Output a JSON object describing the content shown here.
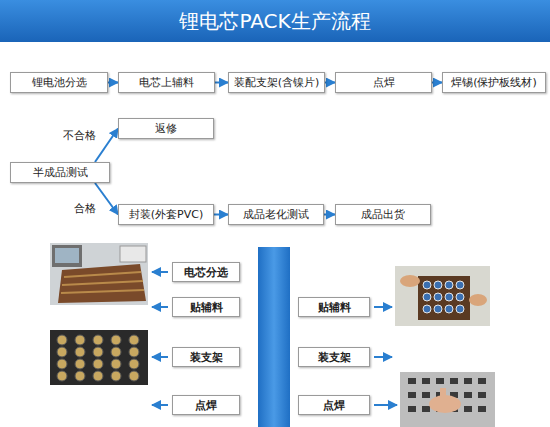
{
  "diagram": {
    "title": "锂电芯PACK生产流程",
    "nodes": [
      {
        "text": [
          "锂电池分选"
        ]
      },
      {
        "text": [
          "电芯上辅料"
        ]
      },
      {
        "text": [
          "装配支架(含镍片)"
        ]
      },
      {
        "text": [
          "点焊"
        ]
      },
      {
        "text": [
          "焊锡(保护板线材)"
        ]
      },
      {
        "text": [
          "半成品测试"
        ]
      },
      {
        "text": [
          "返修"
        ]
      },
      {
        "text": [
          "封装(外套PVC)"
        ]
      },
      {
        "text": [
          "成品老化测试"
        ]
      },
      {
        "text": [
          "成品出货"
        ]
      },
      {
        "text": [
          "电芯分选"
        ]
      },
      {
        "text": [
          "贴辅料"
        ]
      },
      {
        "text": [
          "贴辅料"
        ]
      },
      {
        "text": [
          "装支架"
        ]
      },
      {
        "text": [
          "装支架"
        ]
      },
      {
        "text": [
          "点焊"
        ]
      },
      {
        "text": [
          "点焊"
        ]
      }
    ],
    "edges": [
      {
        "from": 0,
        "to": 1,
        "arrow": "to"
      },
      {
        "from": 1,
        "to": 2,
        "arrow": "to"
      },
      {
        "from": 2,
        "to": 3,
        "arrow": "to"
      },
      {
        "from": 3,
        "to": 4,
        "arrow": "to"
      },
      {
        "from": 5,
        "to": 6,
        "label": "不合格",
        "arrow": "to"
      },
      {
        "from": 5,
        "to": 7,
        "label": "合格",
        "arrow": "to"
      },
      {
        "from": 7,
        "to": 8,
        "arrow": "to"
      },
      {
        "from": 8,
        "to": 9,
        "arrow": "to"
      }
    ]
  }
}
